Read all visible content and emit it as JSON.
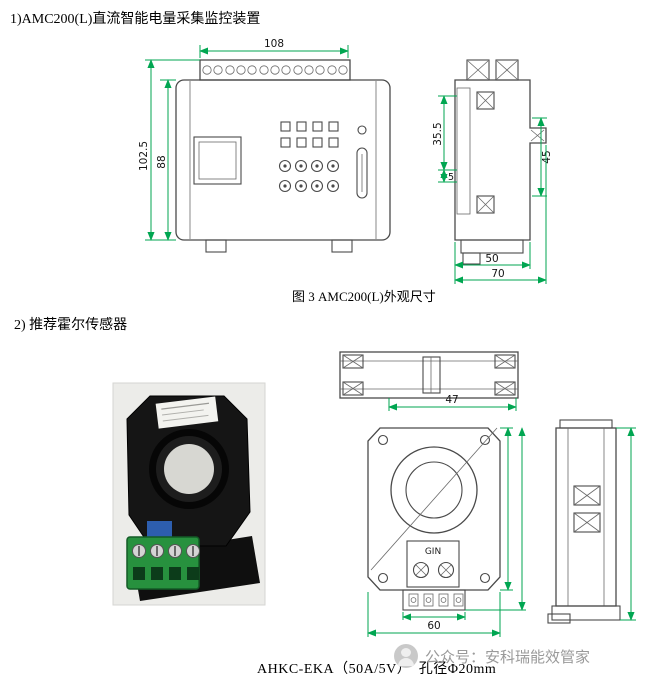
{
  "page": {
    "section1_title": "1)AMC200(L)直流智能电量采集监控装置",
    "figure3_caption": "图 3 AMC200(L)外观尺寸",
    "section2_title": "2) 推荐霍尔传感器",
    "sensor_caption": "AHKC-EKA（50A/5V）　孔径Φ20mm",
    "watermark_text": "公众号：安科瑞能效管家"
  },
  "amc200_front_dims": {
    "width": "108",
    "total_height": "102.5",
    "body_height": "88"
  },
  "amc200_side_dims": {
    "upper_height": "35.5",
    "gap": "5",
    "right_height": "45",
    "depth": "50",
    "total_depth": "70"
  },
  "sensor_dims": {
    "top_width": "47",
    "front_width": "60",
    "terminal_label": "GIN"
  },
  "colors": {
    "dimension_line": "#00a651",
    "drawing_line": "#4a4a4a",
    "watermark_gray": "#9a9a9a",
    "sensor_green": "#27913e"
  }
}
